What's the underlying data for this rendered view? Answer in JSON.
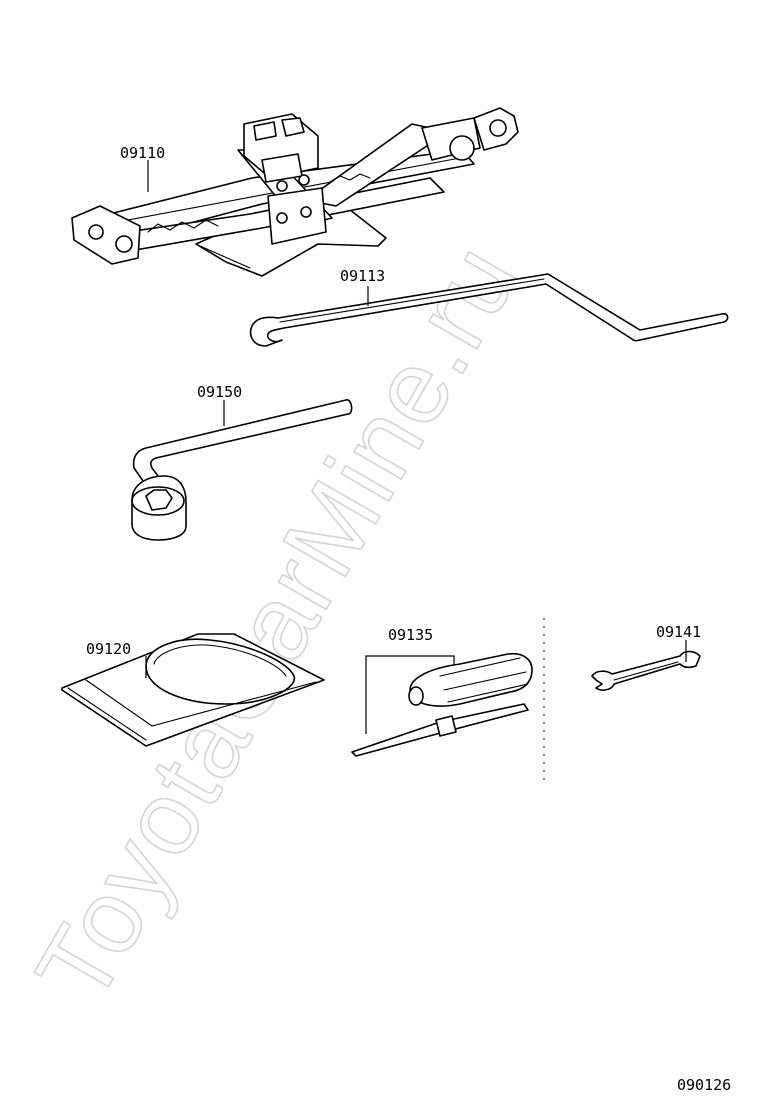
{
  "watermark": "ToyotaCarMine.ru",
  "diagram_code": "090126",
  "parts": [
    {
      "number": "09110",
      "icon": "scissor-jack-icon"
    },
    {
      "number": "09113",
      "icon": "jack-handle-icon"
    },
    {
      "number": "09150",
      "icon": "lug-wrench-icon"
    },
    {
      "number": "09120",
      "icon": "tool-bag-icon"
    },
    {
      "number": "09135",
      "icon": "screwdriver-icon"
    },
    {
      "number": "09141",
      "icon": "open-end-wrench-icon"
    }
  ]
}
